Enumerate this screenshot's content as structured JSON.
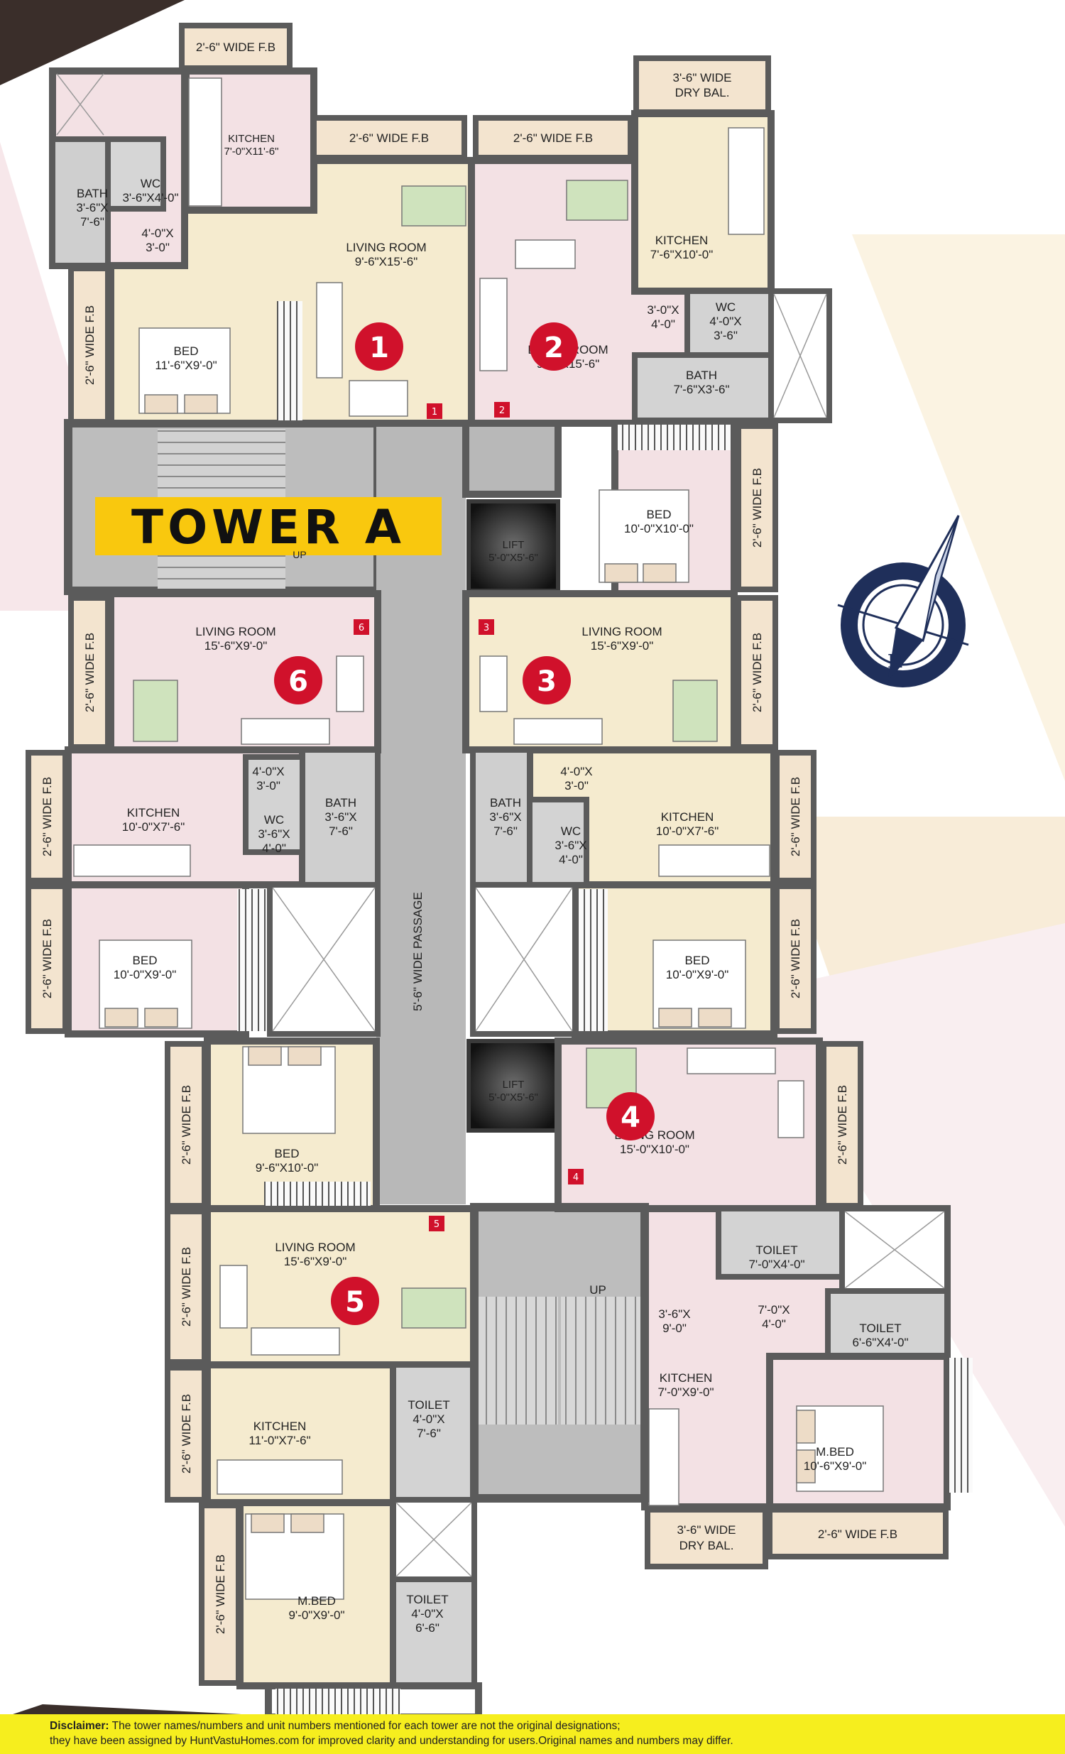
{
  "tower": {
    "name": "TOWER A"
  },
  "passage": {
    "label": "5'-6\" WIDE PASSAGE"
  },
  "stairs": {
    "up_label": "UP",
    "up_label_upper": "UP"
  },
  "lifts": [
    {
      "label": "LIFT",
      "size": "5'-0\"X5'-6\""
    },
    {
      "label": "LIFT",
      "size": "5'-0\"X5'-6\""
    }
  ],
  "units": [
    "1",
    "2",
    "3",
    "4",
    "5",
    "6"
  ],
  "door_markers": [
    "1",
    "2",
    "3",
    "4",
    "5",
    "6"
  ],
  "rooms": {
    "u1_kitchen": {
      "name": "KITCHEN",
      "size": "7'-0\"X11'-6\""
    },
    "u1_bath": {
      "name": "BATH",
      "size1": "3'-6\"X",
      "size2": "7'-6\""
    },
    "u1_wc": {
      "name": "WC",
      "size": "3'-6\"X4'-0\""
    },
    "u1_passage": {
      "size1": "4'-0\"X",
      "size2": "3'-0\""
    },
    "u1_living": {
      "name": "LIVING ROOM",
      "size": "9'-6\"X15'-6\""
    },
    "u1_bed": {
      "name": "BED",
      "size": "11'-6\"X9'-0\""
    },
    "u2_living": {
      "name": "LIVING ROOM",
      "size": "9'-6\"X15'-6\""
    },
    "u2_kitchen": {
      "name": "KITCHEN",
      "size": "7'-6\"X10'-0\""
    },
    "u2_passage": {
      "size1": "3'-0\"X",
      "size2": "4'-0\""
    },
    "u2_wc": {
      "name": "WC",
      "size1": "4'-0\"X",
      "size2": "3'-6\""
    },
    "u2_bath": {
      "name": "BATH",
      "size": "7'-6\"X3'-6\""
    },
    "u2_bed": {
      "name": "BED",
      "size": "10'-0\"X10'-0\""
    },
    "u6_living": {
      "name": "LIVING ROOM",
      "size": "15'-6\"X9'-0\""
    },
    "u6_passage": {
      "size1": "4'-0\"X",
      "size2": "3'-0\""
    },
    "u6_kitchen": {
      "name": "KITCHEN",
      "size": "10'-0\"X7'-6\""
    },
    "u6_wc": {
      "name": "WC",
      "size1": "3'-6\"X",
      "size2": "4'-0\""
    },
    "u6_bath": {
      "name": "BATH",
      "size1": "3'-6\"X",
      "size2": "7'-6\""
    },
    "u6_bed": {
      "name": "BED",
      "size": "10'-0\"X9'-0\""
    },
    "u3_living": {
      "name": "LIVING ROOM",
      "size": "15'-6\"X9'-0\""
    },
    "u3_passage": {
      "size1": "4'-0\"X",
      "size2": "3'-0\""
    },
    "u3_bath": {
      "name": "BATH",
      "size1": "3'-6\"X",
      "size2": "7'-6\""
    },
    "u3_wc": {
      "name": "WC",
      "size1": "3'-6\"X",
      "size2": "4'-0\""
    },
    "u3_kitchen": {
      "name": "KITCHEN",
      "size": "10'-0\"X7'-6\""
    },
    "u3_bed": {
      "name": "BED",
      "size": "10'-0\"X9'-0\""
    },
    "u4_living": {
      "name": "LIVING ROOM",
      "size": "15'-0\"X10'-0\""
    },
    "u4_toilet1": {
      "name": "TOILET",
      "size": "7'-0\"X4'-0\""
    },
    "u4_passage1": {
      "size1": "3'-6\"X",
      "size2": "9'-0\""
    },
    "u4_passage2": {
      "size1": "7'-0\"X",
      "size2": "4'-0\""
    },
    "u4_toilet2": {
      "name": "TOILET",
      "size": "6'-6\"X4'-0\""
    },
    "u4_kitchen": {
      "name": "KITCHEN",
      "size": "7'-0\"X9'-0\""
    },
    "u4_mbed": {
      "name": "M.BED",
      "size": "10'-6\"X9'-0\""
    },
    "u5_bed": {
      "name": "BED",
      "size": "9'-6\"X10'-0\""
    },
    "u5_living": {
      "name": "LIVING ROOM",
      "size": "15'-6\"X9'-0\""
    },
    "u5_kitchen": {
      "name": "KITCHEN",
      "size": "11'-0\"X7'-6\""
    },
    "u5_toilet1": {
      "name": "TOILET",
      "size1": "4'-0\"X",
      "size2": "7'-6\""
    },
    "u5_mbed": {
      "name": "M.BED",
      "size": "9'-0\"X9'-0\""
    },
    "u5_toilet2": {
      "name": "TOILET",
      "size1": "4'-0\"X",
      "size2": "6'-6\""
    }
  },
  "balconies": {
    "fb_2_6": "2'-6\" WIDE F.B",
    "dry_3_6_line1": "3'-6\" WIDE",
    "dry_3_6_line2": "DRY BAL."
  },
  "compass": {
    "letter": "N"
  },
  "disclaimer": {
    "label": "Disclaimer:",
    "line1": "The tower names/numbers and unit numbers mentioned for each tower are not the original designations;",
    "line2": "they have been assigned by HuntVastuHomes.com for improved clarity and understanding for users.Original names and numbers may differ."
  },
  "colors": {
    "wall": "#5b5b5b",
    "floor_pink": "#f3e1e4",
    "floor_cream": "#f5ebcf",
    "common_grey": "#b8b8b8",
    "balcony": "#f3e4cf",
    "unit_badge": "#d0112b",
    "tower_banner": "#f9c80e",
    "compass_navy": "#1f2f5a"
  }
}
